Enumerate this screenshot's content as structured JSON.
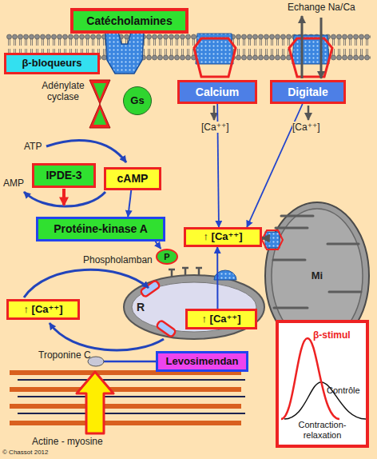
{
  "diagram": {
    "nodes": [
      {
        "text": [
          "Catécholamines"
        ]
      },
      {
        "text": [
          "β-bloqueurs"
        ]
      },
      {
        "text": [
          "Calcium"
        ]
      },
      {
        "text": [
          "Digitale"
        ]
      },
      {
        "text": [
          "Gs"
        ]
      },
      {
        "text": [
          "IPDE-3"
        ]
      },
      {
        "text": [
          "cAMP"
        ]
      },
      {
        "text": [
          "Protéine-kinase A"
        ]
      },
      {
        "text": [
          "P"
        ]
      },
      {
        "text": [
          "↑ [Ca⁺⁺]"
        ]
      },
      {
        "text": [
          "Mi"
        ]
      },
      {
        "text": [
          "R"
        ]
      },
      {
        "text": [
          "↑ [Ca⁺⁺]"
        ]
      },
      {
        "text": [
          "↑ [Ca⁺⁺]"
        ]
      },
      {
        "text": [
          "Levosimendan"
        ]
      },
      {
        "text": [
          "β-stimul",
          "Contrôle",
          "Contraction-relaxation"
        ]
      }
    ],
    "edges": [
      {
        "from": 2,
        "to": 9,
        "arrow": "to"
      },
      {
        "from": 3,
        "to": 9,
        "arrow": "to"
      },
      {
        "from": 6,
        "to": 7,
        "arrow": "to"
      },
      {
        "from": 7,
        "to": 8,
        "arrow": "to"
      },
      {
        "from": 13,
        "to": 9,
        "arrow": "to"
      },
      {
        "from": 9,
        "to": 10,
        "arrow": "both"
      }
    ],
    "labels": [
      "Echange Na/Ca",
      "Adénylate cyclase",
      "[Ca⁺⁺]",
      "[Ca⁺⁺]",
      "ATP",
      "AMP",
      "Phospholamban",
      "Troponine C",
      "Actine - myosine",
      "© Chassot 2012"
    ]
  }
}
